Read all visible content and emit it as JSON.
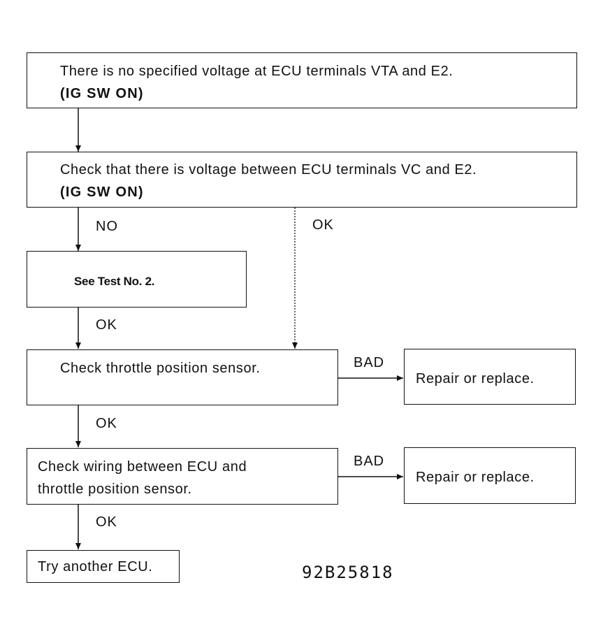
{
  "flowchart": {
    "step1": {
      "line1": "There is no specified voltage at ECU terminals VTA and E2.",
      "line2": "(IG SW ON)"
    },
    "step2": {
      "line1": "Check that there is voltage between ECU terminals VC and E2.",
      "line2": "(IG SW ON)"
    },
    "step3": {
      "text": "See Test No. 2."
    },
    "step4": {
      "text": "Check throttle position sensor."
    },
    "step5": {
      "line1": "Check wiring between ECU and",
      "line2": "throttle position sensor."
    },
    "step6": {
      "text": "Try another ECU."
    },
    "repair1": {
      "text": "Repair or replace."
    },
    "repair2": {
      "text": "Repair or replace."
    },
    "labels": {
      "no": "NO",
      "ok_right": "OK",
      "ok_1": "OK",
      "ok_2": "OK",
      "ok_3": "OK",
      "bad_1": "BAD",
      "bad_2": "BAD"
    },
    "figure_code": "92B25818"
  }
}
